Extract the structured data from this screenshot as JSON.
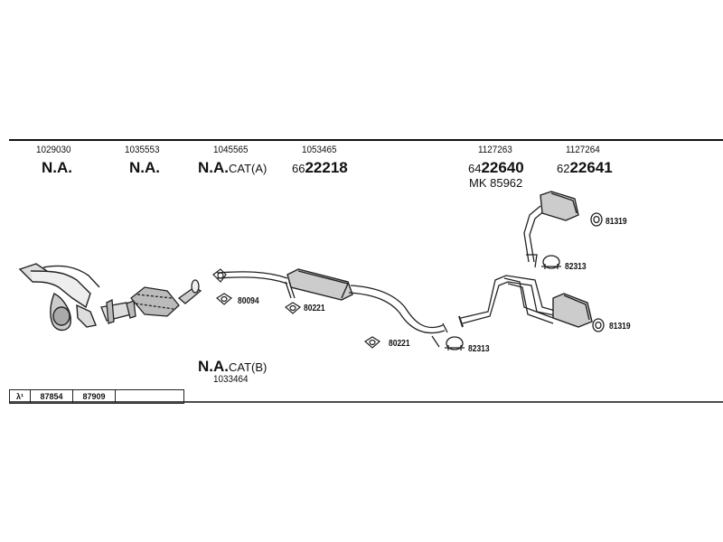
{
  "top_parts": [
    {
      "number": "1029030",
      "prefix": "",
      "main": "N.A.",
      "suffix": ""
    },
    {
      "number": "1035553",
      "prefix": "",
      "main": "N.A.",
      "suffix": ""
    },
    {
      "number": "1045565",
      "prefix": "",
      "main": "N.A.",
      "suffix": "CAT(A)"
    },
    {
      "number": "1053465",
      "prefix": "66",
      "main": "22218",
      "suffix": ""
    },
    {
      "number": "1127263",
      "prefix": "64",
      "main": "22640",
      "suffix": ""
    },
    {
      "number": "1127264",
      "prefix": "62",
      "main": "22641",
      "suffix": ""
    }
  ],
  "mk_label": "MK 85962",
  "cat_b": {
    "main": "N.A.",
    "suffix": "CAT(B)",
    "number": "1033464"
  },
  "small_parts": {
    "gasket_1": "80094",
    "gasket_2": "80221",
    "gasket_3": "80221",
    "clamp_1": "82313",
    "clamp_2": "82313",
    "hanger_1": "81319",
    "hanger_2": "81319"
  },
  "lambda": {
    "symbol": "λ¹",
    "values": [
      "87854",
      "87909",
      ""
    ]
  }
}
